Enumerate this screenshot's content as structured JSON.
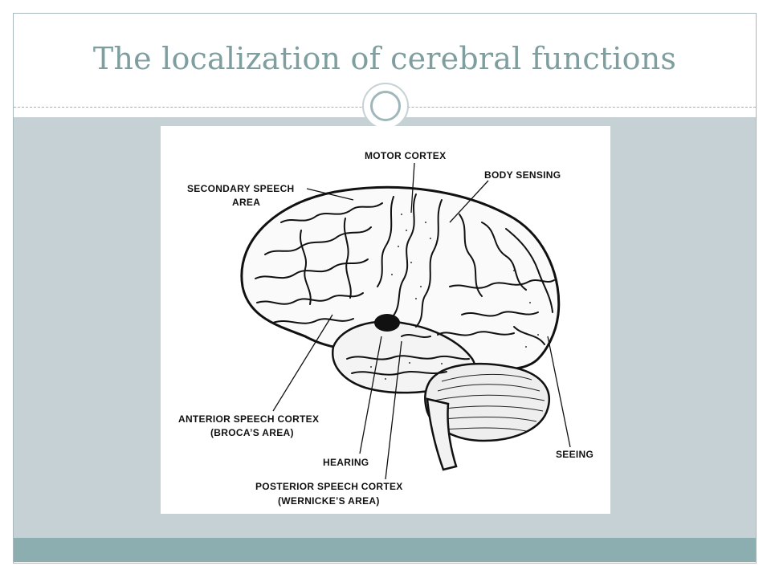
{
  "slide": {
    "title": "The localization of cerebral functions"
  },
  "diagram": {
    "labels": {
      "motor_cortex": "MOTOR CORTEX",
      "body_sensing": "BODY SENSING",
      "secondary_speech_line1": "SECONDARY SPEECH",
      "secondary_speech_line2": "AREA",
      "anterior_speech_line1": "ANTERIOR SPEECH CORTEX",
      "anterior_speech_line2": "(BROCA’S AREA)",
      "hearing": "HEARING",
      "seeing": "SEEING",
      "posterior_speech_line1": "POSTERIOR SPEECH CORTEX",
      "posterior_speech_line2": "(WERNICKE’S AREA)"
    },
    "colors": {
      "ink": "#111111",
      "title": "#7f9ea0",
      "band": "#c5d1d5",
      "footer": "#8caeb0"
    }
  }
}
